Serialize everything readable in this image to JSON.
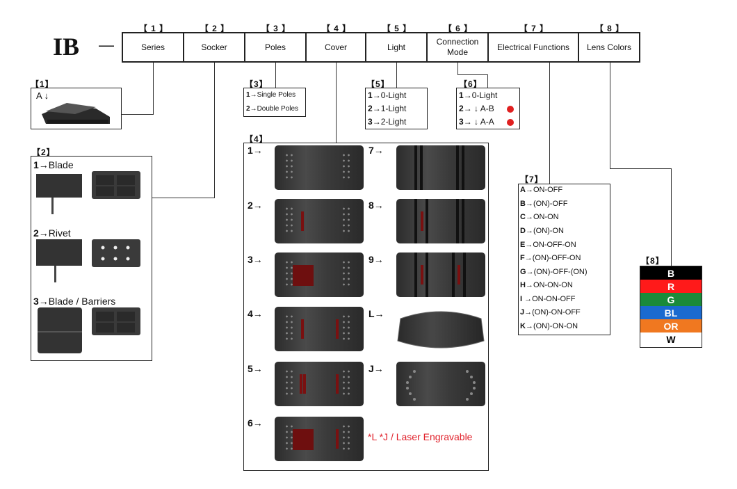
{
  "prefix": "IB",
  "dash": "—",
  "header": {
    "cells": [
      {
        "num": "【 1 】",
        "label": "Series"
      },
      {
        "num": "【 2 】",
        "label": "Socker"
      },
      {
        "num": "【 3 】",
        "label": "Poles"
      },
      {
        "num": "【 4 】",
        "label": "Cover"
      },
      {
        "num": "【 5 】",
        "label": "Light"
      },
      {
        "num": "【 6 】",
        "label": "Connection Mode"
      },
      {
        "num": "【 7 】",
        "label": "Electrical Functions"
      },
      {
        "num": "【 8 】",
        "label": "Lens Colors"
      }
    ]
  },
  "series": {
    "num": "【1】",
    "option": "A ↓"
  },
  "socket": {
    "num": "【2】",
    "options": [
      {
        "code": "1",
        "arrow": "→",
        "label": "Blade"
      },
      {
        "code": "2",
        "arrow": "→",
        "label": "Rivet"
      },
      {
        "code": "3",
        "arrow": "→",
        "label": "Blade / Barriers"
      }
    ]
  },
  "poles": {
    "num": "【3】",
    "options": [
      {
        "code": "1",
        "label": "→Single Poles"
      },
      {
        "code": "2",
        "label": "→Double Poles"
      }
    ]
  },
  "cover": {
    "num": "【4】",
    "left_codes": [
      "1→",
      "2→",
      "3→",
      "4→",
      "5→",
      "6→"
    ],
    "right_codes": [
      "7→",
      "8→",
      "9→",
      "L→",
      "J→"
    ],
    "note": "*L *J / Laser Engravable"
  },
  "light": {
    "num": "【5】",
    "options": [
      {
        "code": "1",
        "label": "→0-Light"
      },
      {
        "code": "2",
        "label": "→1-Light"
      },
      {
        "code": "3",
        "label": "→2-Light"
      }
    ]
  },
  "connection": {
    "num": "【6】",
    "options": [
      {
        "code": "1",
        "label": "→0-Light"
      },
      {
        "code": "2",
        "label": "→ ↓ A-B"
      },
      {
        "code": "3",
        "label": "→ ↓ A-A"
      }
    ],
    "dot_color": "#e02020"
  },
  "electrical": {
    "num": "【7】",
    "options": [
      {
        "code": "A",
        "label": "→ON-OFF"
      },
      {
        "code": "B",
        "label": "→(ON)-OFF"
      },
      {
        "code": "C",
        "label": "→ON-ON"
      },
      {
        "code": "D",
        "label": "→(ON)-ON"
      },
      {
        "code": "E",
        "label": "→ON-OFF-ON"
      },
      {
        "code": "F",
        "label": "→(ON)-OFF-ON"
      },
      {
        "code": "G",
        "label": "→(ON)-OFF-(ON)"
      },
      {
        "code": "H",
        "label": "→ON-ON-ON"
      },
      {
        "code": "I",
        "label": " →ON-ON-OFF"
      },
      {
        "code": "J",
        "label": "→(ON)-ON-OFF"
      },
      {
        "code": "K",
        "label": "→(ON)-ON-ON"
      }
    ]
  },
  "lens": {
    "num": "【8】",
    "colors": [
      {
        "label": "B",
        "bg": "#000000",
        "fg": "#ffffff"
      },
      {
        "label": "R",
        "bg": "#ff1a1a",
        "fg": "#ffffff"
      },
      {
        "label": "G",
        "bg": "#1a8a3a",
        "fg": "#ffffff"
      },
      {
        "label": "BL",
        "bg": "#1a6ad0",
        "fg": "#ffffff"
      },
      {
        "label": "OR",
        "bg": "#f07820",
        "fg": "#ffffff"
      },
      {
        "label": "W",
        "bg": "#ffffff",
        "fg": "#000000"
      }
    ]
  },
  "colors": {
    "note_red": "#e0202a",
    "border": "#222222"
  }
}
